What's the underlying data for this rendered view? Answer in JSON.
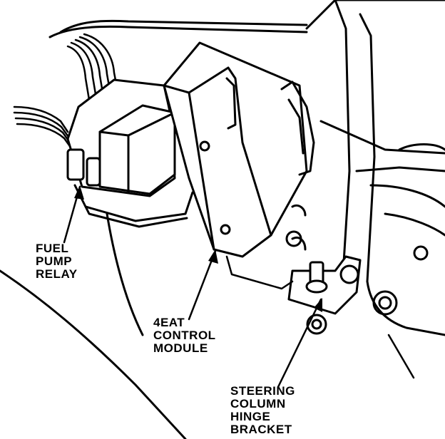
{
  "labels": {
    "fuel_pump_relay": [
      "FUEL",
      "PUMP",
      "RELAY"
    ],
    "control_module": [
      "4EAT",
      "CONTROL",
      "MODULE"
    ],
    "hinge_bracket": [
      "STEERING",
      "COLUMN",
      "HINGE",
      "BRACKET"
    ]
  },
  "colors": {
    "ink": "#000000",
    "paper": "#ffffff"
  }
}
